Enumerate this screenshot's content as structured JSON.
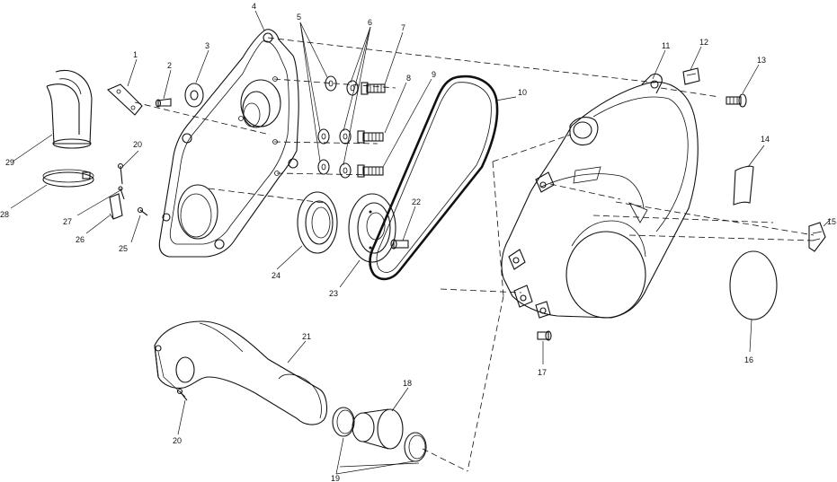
{
  "callouts": [
    {
      "id": "c1",
      "text": "1"
    },
    {
      "id": "c2",
      "text": "2"
    },
    {
      "id": "c3",
      "text": "3"
    },
    {
      "id": "c4",
      "text": "4"
    },
    {
      "id": "c5",
      "text": "5"
    },
    {
      "id": "c6",
      "text": "6"
    },
    {
      "id": "c7",
      "text": "7"
    },
    {
      "id": "c8",
      "text": "8"
    },
    {
      "id": "c9",
      "text": "9"
    },
    {
      "id": "c10",
      "text": "10"
    },
    {
      "id": "c11",
      "text": "11"
    },
    {
      "id": "c12",
      "text": "12"
    },
    {
      "id": "c13",
      "text": "13"
    },
    {
      "id": "c14",
      "text": "14"
    },
    {
      "id": "c15",
      "text": "15"
    },
    {
      "id": "c16",
      "text": "16"
    },
    {
      "id": "c17",
      "text": "17"
    },
    {
      "id": "c18",
      "text": "18"
    },
    {
      "id": "c19",
      "text": "19"
    },
    {
      "id": "c20a",
      "text": "20"
    },
    {
      "id": "c20b",
      "text": "20"
    },
    {
      "id": "c21",
      "text": "21"
    },
    {
      "id": "c22",
      "text": "22"
    },
    {
      "id": "c23",
      "text": "23"
    },
    {
      "id": "c24",
      "text": "24"
    },
    {
      "id": "c25",
      "text": "25"
    },
    {
      "id": "c26",
      "text": "26"
    },
    {
      "id": "c27",
      "text": "27"
    },
    {
      "id": "c28",
      "text": "28"
    },
    {
      "id": "c29",
      "text": "29"
    }
  ]
}
